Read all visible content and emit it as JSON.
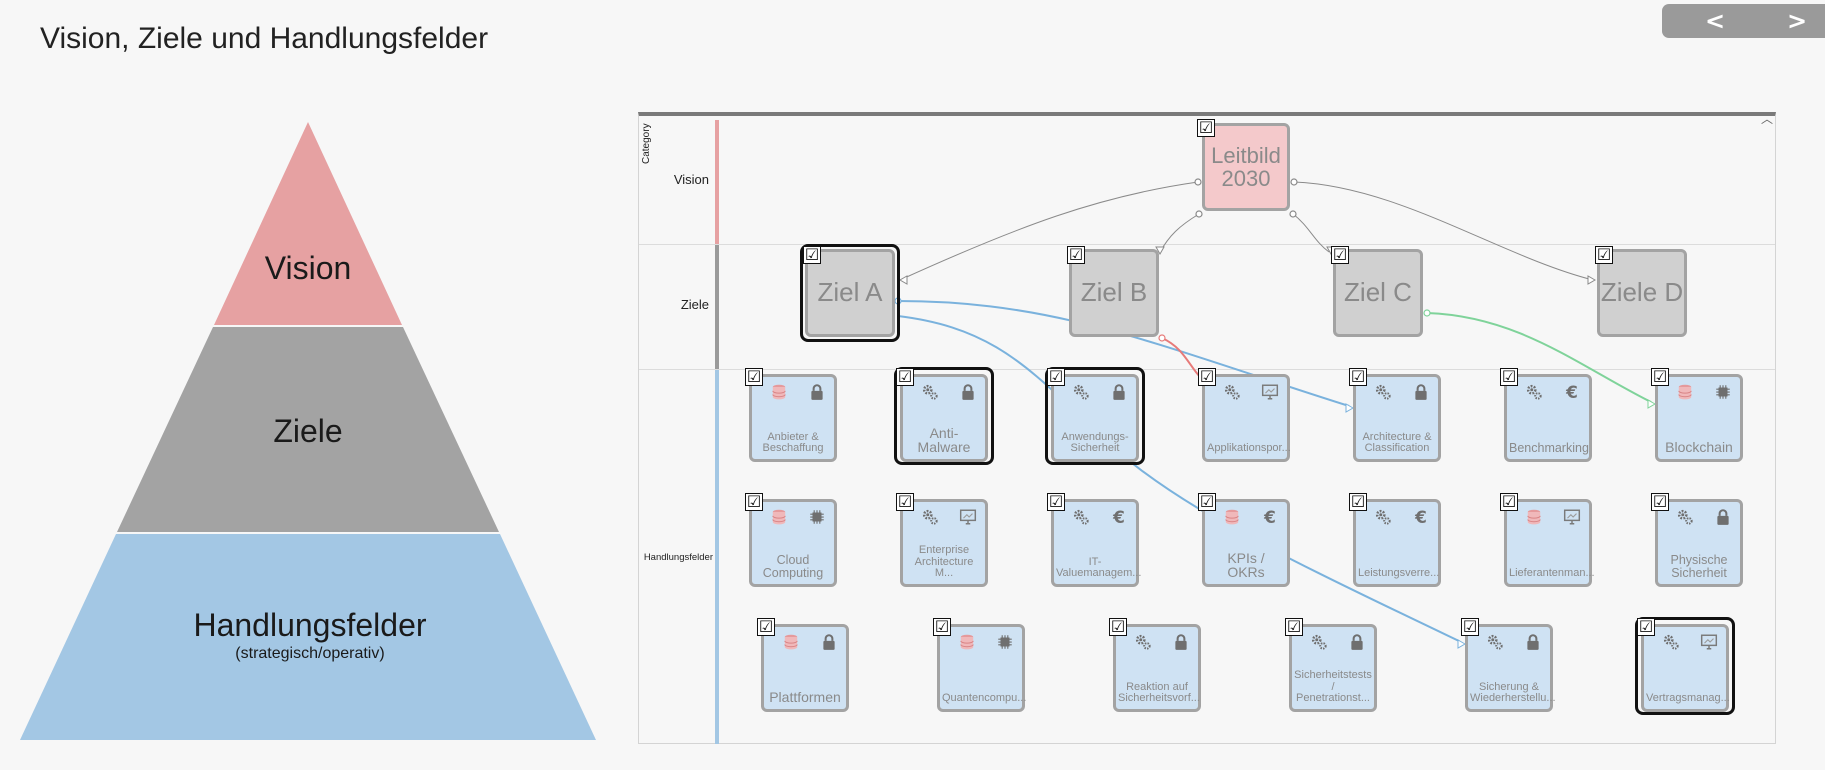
{
  "page": {
    "title": "Vision, Ziele und Handlungsfelder"
  },
  "nav": {
    "prev_label": "<",
    "next_label": ">"
  },
  "pyramid": {
    "vision": "Vision",
    "ziele": "Ziele",
    "handlungsfelder": "Handlungsfelder",
    "handlungsfelder_sub": "(strategisch/operativ)",
    "colors": {
      "vision": "#e6a1a2",
      "ziele": "#a3a3a3",
      "handlungsfelder": "#a3c7e4"
    }
  },
  "diagram": {
    "category_label": "Category",
    "check_glyph": "☑",
    "lanes": {
      "vision": "Vision",
      "ziele": "Ziele",
      "handlungsfelder": "Handlungsfelder"
    },
    "colors": {
      "vision_bar": "#e6a1a2",
      "ziele_bar": "#9a9a9a",
      "handlungsfelder_bar": "#a3c7e4",
      "edge_gray": "#8a8a8a",
      "edge_blue": "#7ab2dd",
      "edge_green": "#7fd39a",
      "edge_red": "#e77a79"
    },
    "vision_node": {
      "label": "Leitbild 2030"
    },
    "ziele": [
      {
        "label": "Ziel A",
        "selected": true
      },
      {
        "label": "Ziel B",
        "selected": false
      },
      {
        "label": "Ziel C",
        "selected": false
      },
      {
        "label": "Ziele D",
        "selected": false
      }
    ],
    "handlungsfelder": [
      {
        "label": "Anbieter & Beschaffung",
        "icons": [
          "database-icon",
          "lock-icon"
        ],
        "selected": false
      },
      {
        "label": "Anti-Malware",
        "icons": [
          "gears-icon",
          "lock-icon"
        ],
        "selected": true
      },
      {
        "label": "Anwendungs-Sicherheit",
        "icons": [
          "gears-icon",
          "lock-icon"
        ],
        "selected": true
      },
      {
        "label": "Applikationspor...",
        "icons": [
          "gears-icon",
          "monitor-icon"
        ],
        "selected": false
      },
      {
        "label": "Architecture & Classification",
        "icons": [
          "gears-icon",
          "lock-icon"
        ],
        "selected": false
      },
      {
        "label": "Benchmarking",
        "icons": [
          "gears-icon",
          "euro-icon"
        ],
        "selected": false
      },
      {
        "label": "Blockchain",
        "icons": [
          "database-icon",
          "chip-icon"
        ],
        "selected": false
      },
      {
        "label": "Cloud Computing",
        "icons": [
          "database-icon",
          "chip-icon"
        ],
        "selected": false
      },
      {
        "label": "Enterprise Architecture M...",
        "icons": [
          "gears-icon",
          "monitor-icon"
        ],
        "selected": false
      },
      {
        "label": "IT-Valuemanagem...",
        "icons": [
          "gears-icon",
          "euro-icon"
        ],
        "selected": false
      },
      {
        "label": "KPIs / OKRs",
        "icons": [
          "database-icon",
          "euro-icon"
        ],
        "selected": false
      },
      {
        "label": "Leistungsverre...",
        "icons": [
          "gears-icon",
          "euro-icon"
        ],
        "selected": false
      },
      {
        "label": "Lieferantenman...",
        "icons": [
          "database-icon",
          "monitor-icon"
        ],
        "selected": false
      },
      {
        "label": "Physische Sicherheit",
        "icons": [
          "gears-icon",
          "lock-icon"
        ],
        "selected": false
      },
      {
        "label": "Plattformen",
        "icons": [
          "database-icon",
          "lock-icon"
        ],
        "selected": false
      },
      {
        "label": "Quantencompu...",
        "icons": [
          "database-icon",
          "chip-icon"
        ],
        "selected": false
      },
      {
        "label": "Reaktion auf Sicherheitsvorf...",
        "icons": [
          "gears-icon",
          "lock-icon"
        ],
        "selected": false
      },
      {
        "label": "Sicherheitstests / Penetrationst...",
        "icons": [
          "gears-icon",
          "lock-icon"
        ],
        "selected": false
      },
      {
        "label": "Sicherung & Wiederherstellu...",
        "icons": [
          "gears-icon",
          "lock-icon"
        ],
        "selected": false
      },
      {
        "label": "Vertragsmanag...",
        "icons": [
          "gears-icon",
          "monitor-icon"
        ],
        "selected": true
      }
    ]
  }
}
